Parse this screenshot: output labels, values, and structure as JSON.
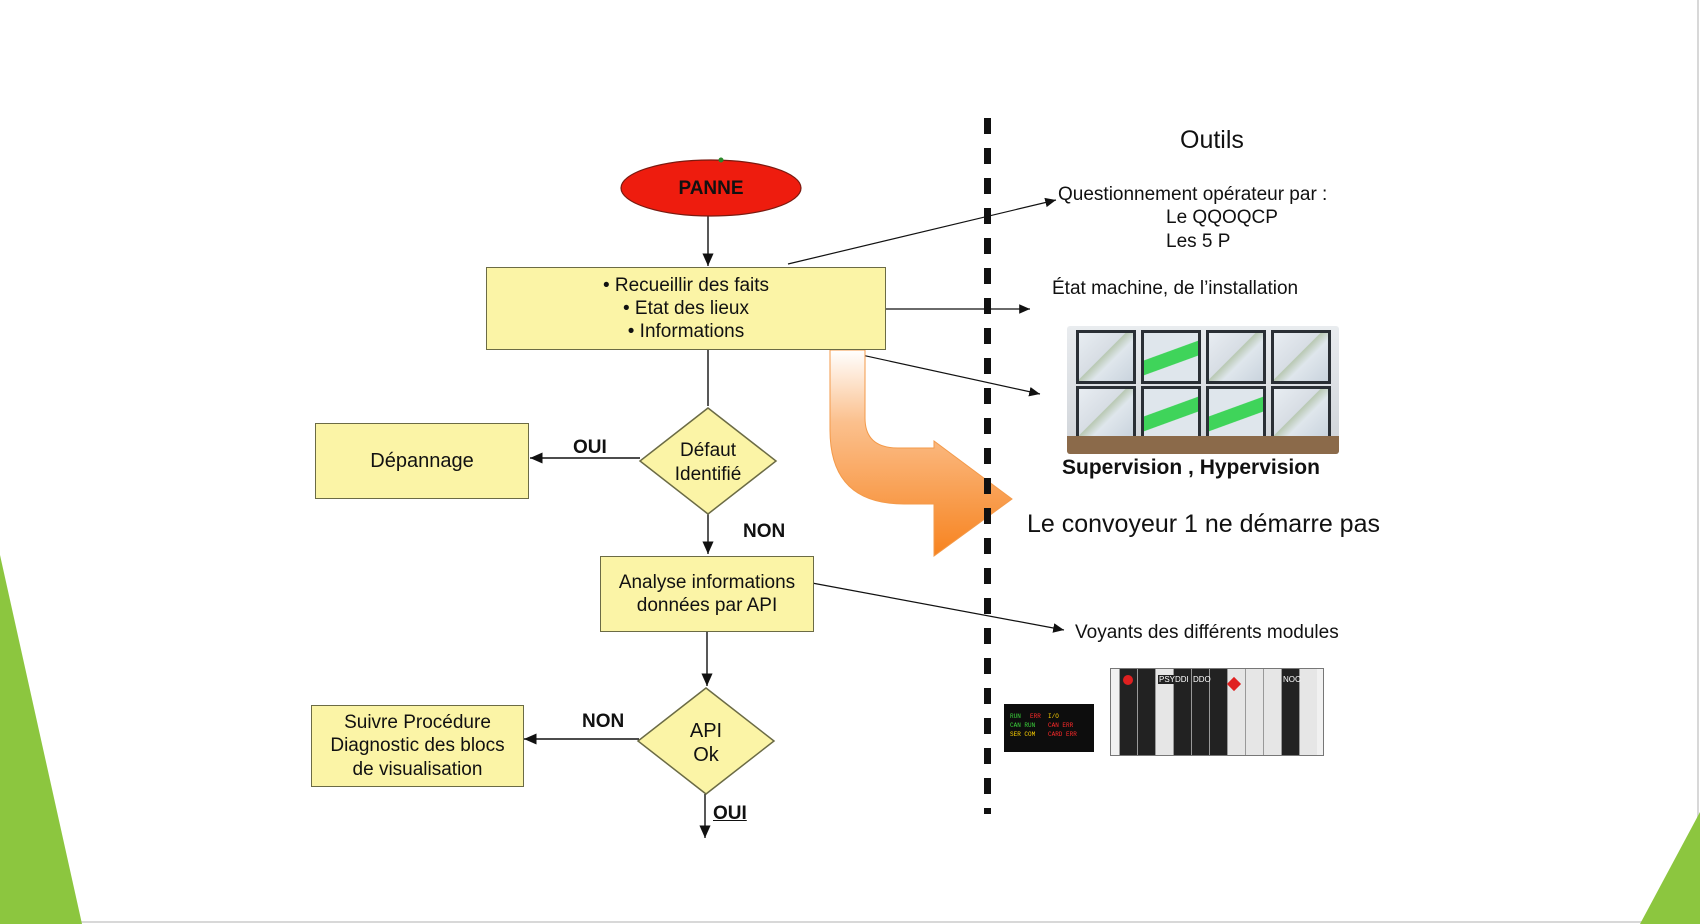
{
  "flowchart": {
    "start": "PANNE",
    "collect": {
      "items": [
        "• Recueillir des faits",
        "• Etat des lieux",
        "• Informations"
      ]
    },
    "repair": "Dépannage",
    "decision_fault": {
      "line1": "Défaut",
      "line2": "Identifié"
    },
    "label_yes_1": "OUI",
    "label_no_1": "NON",
    "analyse": {
      "line1": "Analyse informations",
      "line2": "données par API"
    },
    "decision_api": {
      "line1": "API",
      "line2": "Ok"
    },
    "label_no_2": "NON",
    "label_yes_2": "OUI",
    "procedure": {
      "line1": "Suivre Procédure",
      "line2": "Diagnostic des blocs",
      "line3": "de visualisation"
    }
  },
  "tools": {
    "title": "Outils",
    "questioning": {
      "line1": "Questionnement opérateur par :",
      "line2": "Le QQOQCP",
      "line3": "Les 5 P"
    },
    "machine_state": "État machine, de l’installation",
    "supervision_caption": "Supervision , Hypervision",
    "example": "Le convoyeur 1 ne démarre pas",
    "indicators": "Voyants des différents modules",
    "led_panel": {
      "row1": [
        "RUN",
        "ERR",
        "I/O"
      ],
      "row2": [
        "CAN RUN",
        "CAN ERR"
      ],
      "row3": [
        "SER COM",
        "CARD ERR"
      ]
    },
    "plc_labels": [
      "PSY",
      "DDI",
      "DDO",
      "NOC"
    ]
  },
  "colors": {
    "node_fill": "#fbf4a6",
    "start_fill": "#ee1c0e",
    "arrow_orange": "#f7831f",
    "accent_green": "#8cc63f"
  }
}
